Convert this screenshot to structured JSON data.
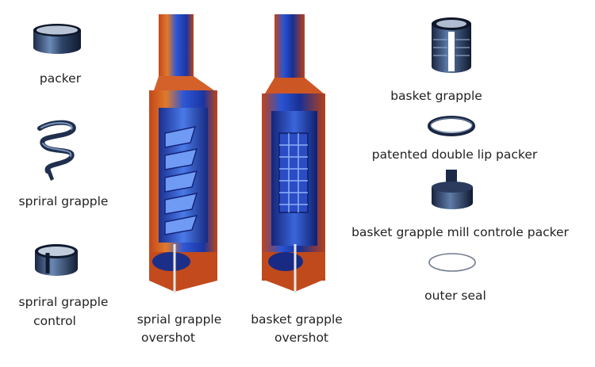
{
  "left_parts": {
    "packer": "packer",
    "spiral_grapple": "spriral grapple",
    "spiral_grapple_control_line1": "spriral grapple",
    "spiral_grapple_control_line2": "control"
  },
  "overshots": {
    "spiral_line1": "sprial grapple",
    "spiral_line2": "overshot",
    "basket_line1": "basket grapple",
    "basket_line2": "overshot"
  },
  "right_parts": {
    "basket_grapple": "basket grapple",
    "double_lip_packer": "patented double lip packer",
    "mill_control_packer": "basket grapple mill controle packer",
    "outer_seal": "outer seal"
  },
  "colors": {
    "tool_blue": "#2a4fd0",
    "tool_dark_blue": "#142a8a",
    "tool_orange": "#d0531c",
    "tool_red": "#b83a1a",
    "steel": "#3d4f6a"
  }
}
